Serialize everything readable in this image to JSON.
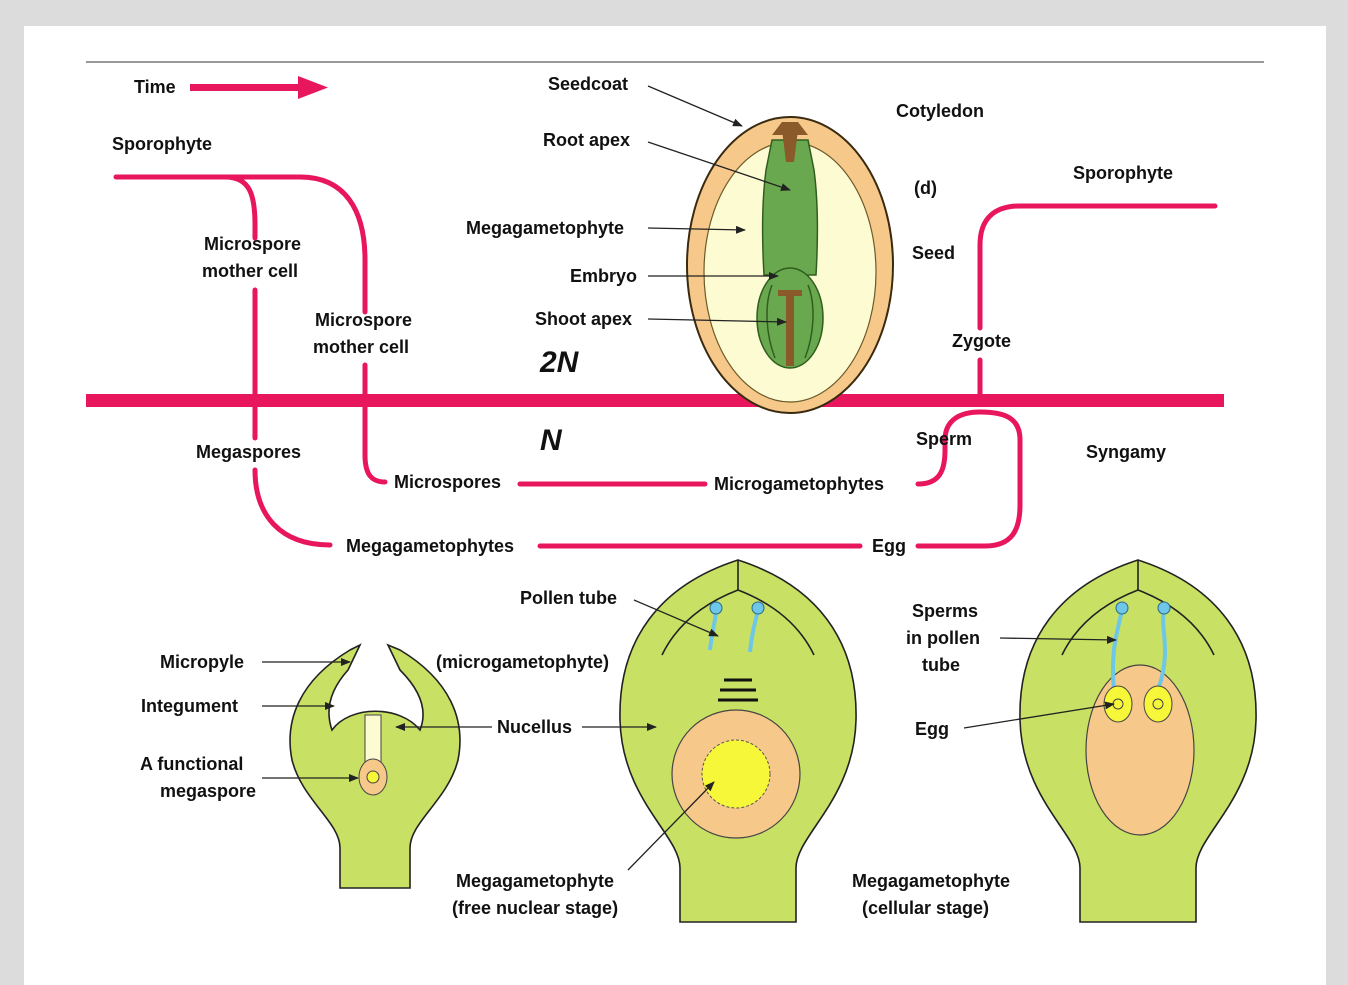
{
  "colors": {
    "background": "#dcdcdc",
    "panel": "#ffffff",
    "life_cycle_line": "#e8175d",
    "tissue_green": "#c8e064",
    "embryo_green": "#6aa84f",
    "seed_coat": "#f6c88a",
    "megagametophyte_fill": "#fdfbd2",
    "nucleus_yellow": "#f7f73a",
    "pollen_blue": "#6ec6e8"
  },
  "labels": {
    "time": "Time",
    "seedcoat": "Seedcoat",
    "cotyledon": "Cotyledon",
    "root_apex": "Root apex",
    "d": "(d)",
    "megagametophyte": "Megagametophyte",
    "seed": "Seed",
    "embryo": "Embryo",
    "shoot_apex": "Shoot apex",
    "sporophyte_left": "Sporophyte",
    "sporophyte_right": "Sporophyte",
    "microspore_mother_cell_1a": "Microspore",
    "microspore_mother_cell_1b": "mother cell",
    "microspore_mother_cell_2a": "Microspore",
    "microspore_mother_cell_2b": "mother cell",
    "zygote": "Zygote",
    "two_n": "2N",
    "n": "N",
    "sperm": "Sperm",
    "syngamy": "Syngamy",
    "megaspores": "Megaspores",
    "microspores": "Microspores",
    "microgametophytes": "Microgametophytes",
    "megagametophytes": "Megagametophytes",
    "egg_cycle": "Egg",
    "pollen_tube": "Pollen tube",
    "micropyle": "Micropyle",
    "microgametophyte_paren": "(microgametophyte)",
    "integument": "Integument",
    "nucellus": "Nucellus",
    "functional_megaspore_a": "A functional",
    "functional_megaspore_b": "megaspore",
    "sperms_a": "Sperms",
    "sperms_b": "in pollen",
    "sperms_c": "tube",
    "egg_ovule": "Egg",
    "megagametophyte_free_a": "Megagametophyte",
    "megagametophyte_free_b": "(free nuclear stage)",
    "megagametophyte_cell_a": "Megagametophyte",
    "megagametophyte_cell_b": "(cellular stage)"
  }
}
